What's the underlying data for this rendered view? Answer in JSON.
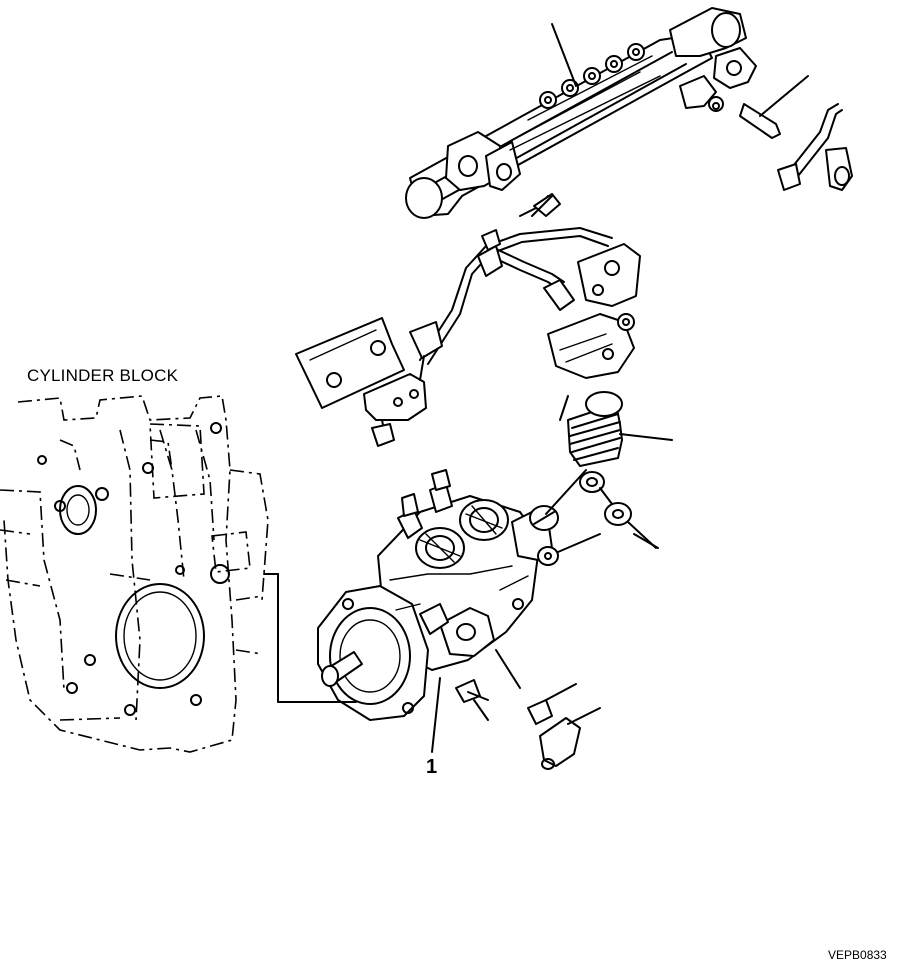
{
  "labels": {
    "cylinder_block": "CYLINDER BLOCK",
    "part_number": "1",
    "figure_id": "VEPB0833"
  },
  "colors": {
    "line": "#000000",
    "background": "#ffffff"
  }
}
